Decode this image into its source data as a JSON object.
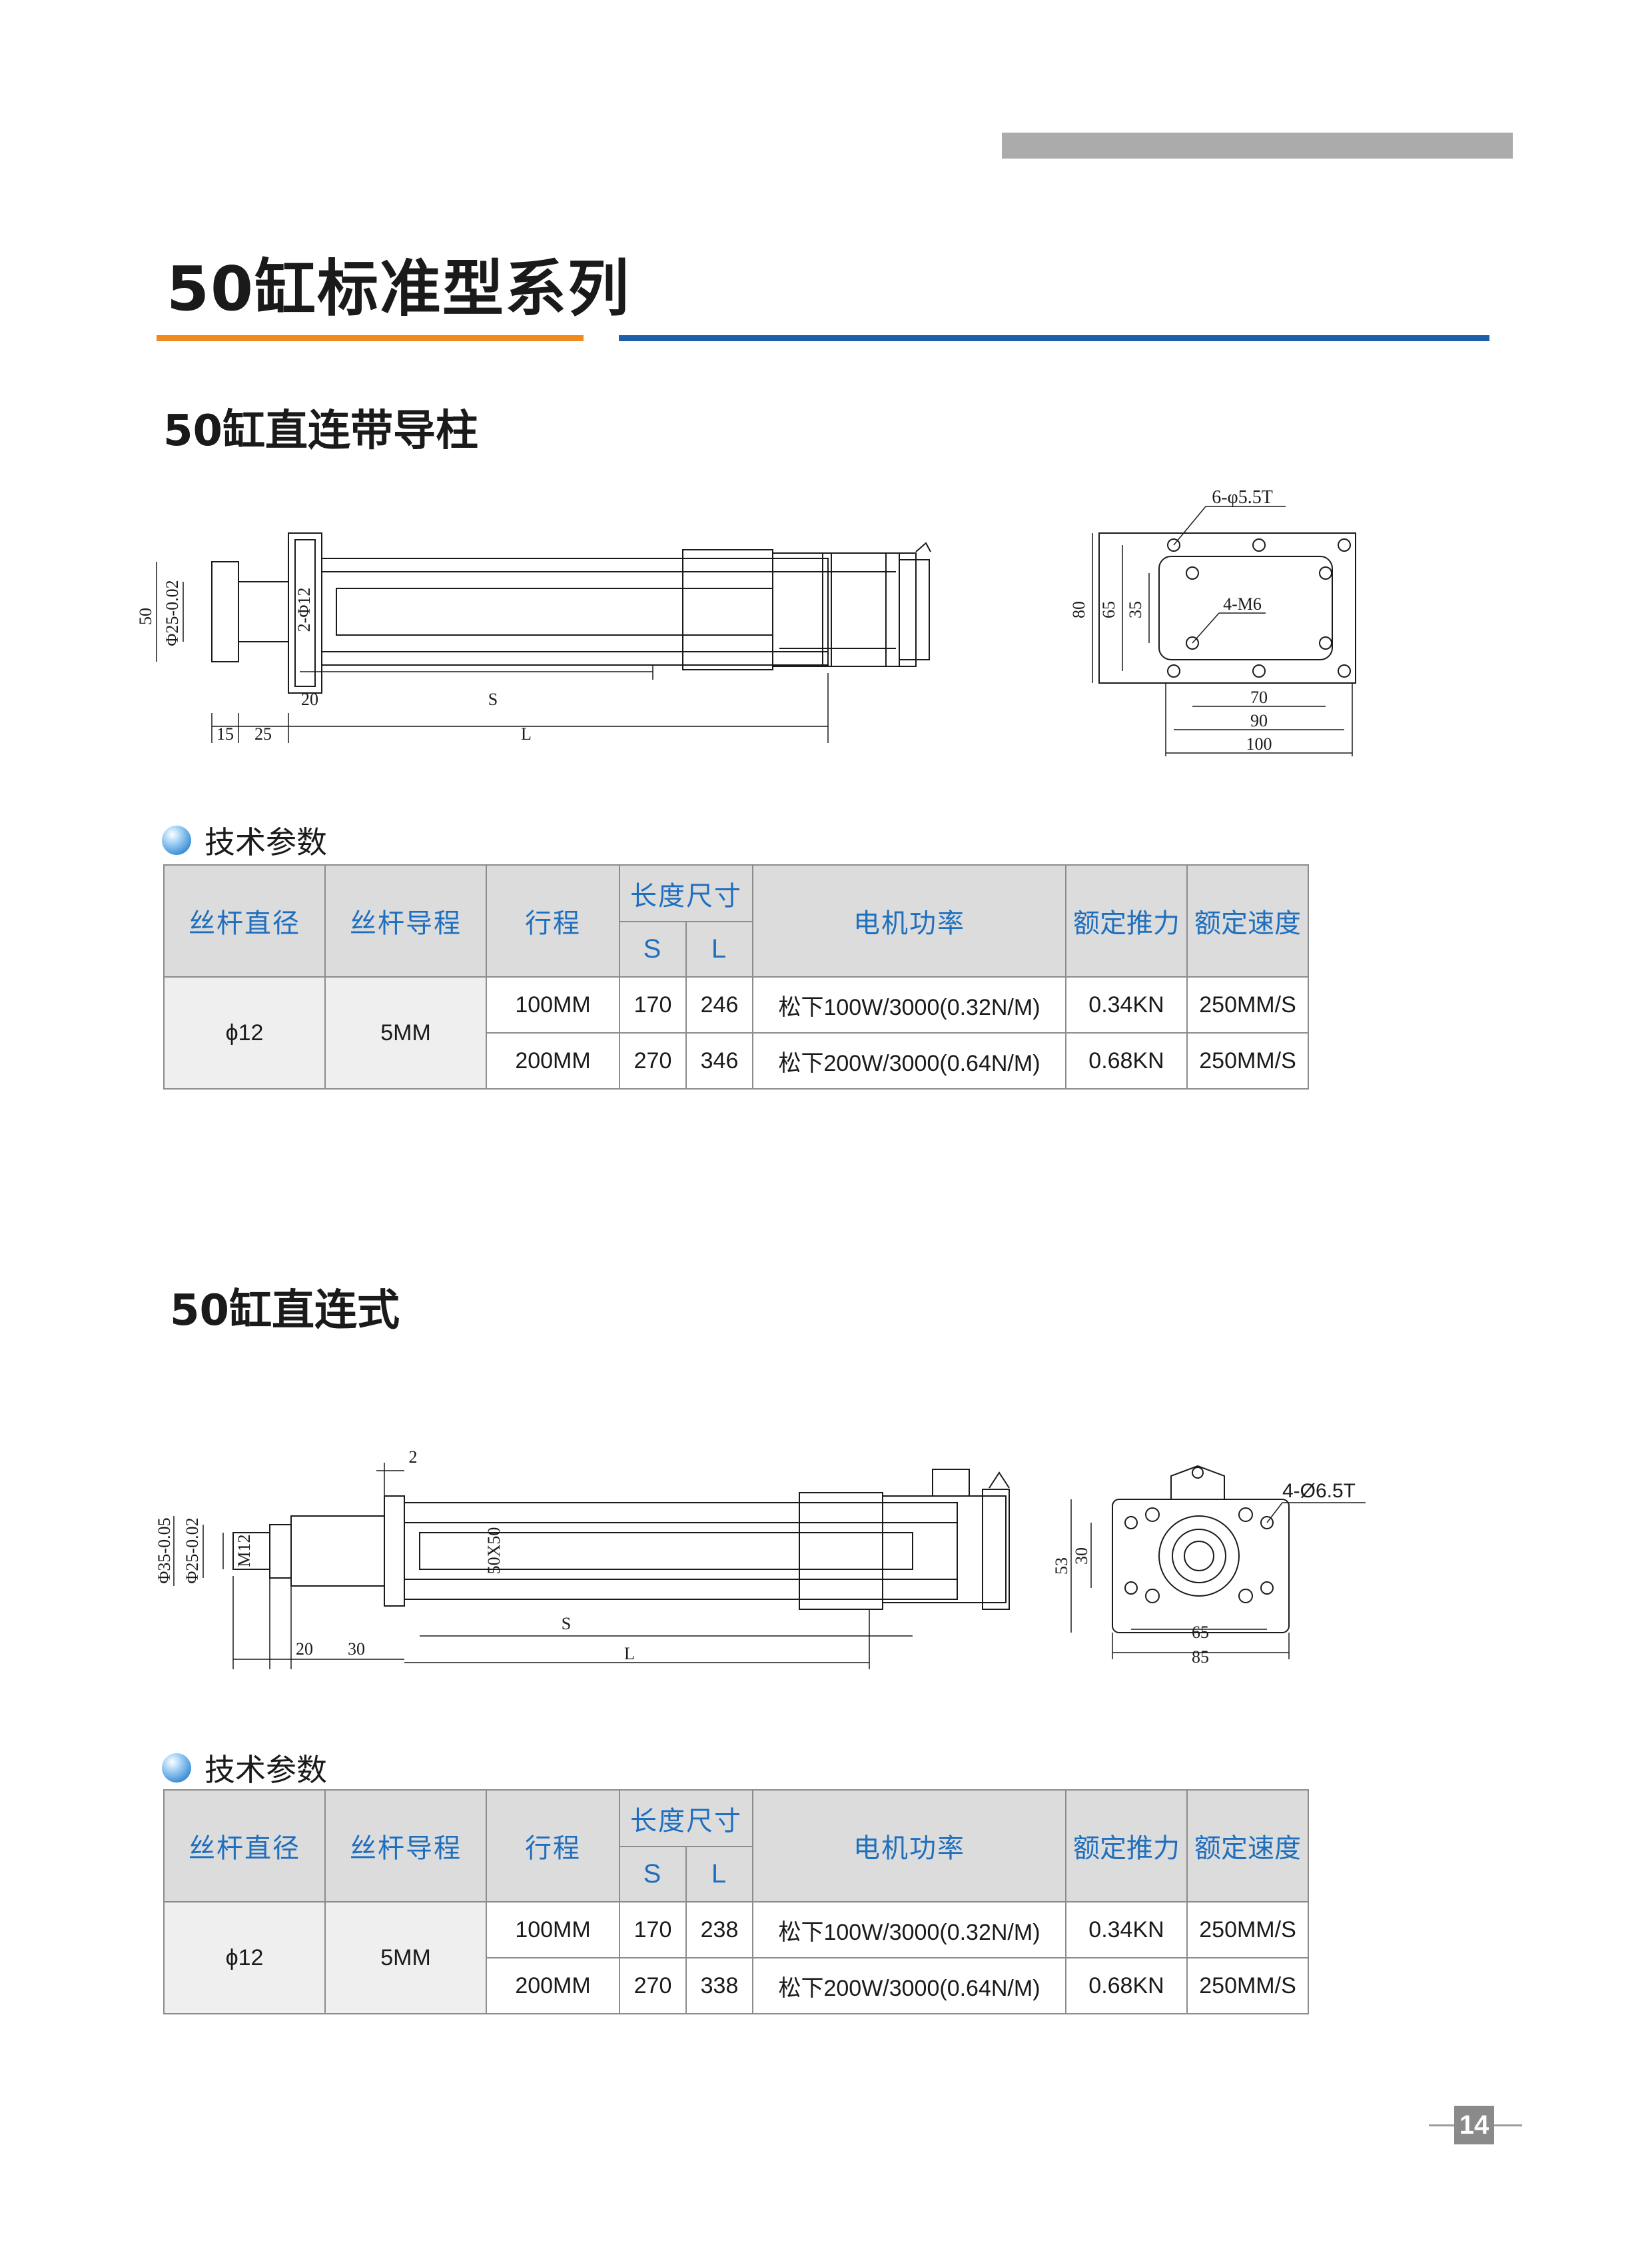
{
  "main_title": "50缸标准型系列",
  "section1": {
    "title": "50缸直连带导柱",
    "front_dims": {
      "d1": "50",
      "d2": "Φ25-0.02",
      "d3": "2-Φ12",
      "d4": "20",
      "d5": "S",
      "d6": "15",
      "d7": "25",
      "d8": "L"
    },
    "end_dims": {
      "holes": "6-φ5.5T",
      "thread": "4-M6",
      "h1": "80",
      "h2": "65",
      "h3": "35",
      "w1": "70",
      "w2": "90",
      "w3": "100"
    },
    "tech_label": "技术参数",
    "table": {
      "headers": {
        "diameter": "丝杆直径",
        "lead": "丝杆导程",
        "stroke": "行程",
        "length": "长度尺寸",
        "s": "S",
        "l": "L",
        "motor": "电机功率",
        "thrust": "额定推力",
        "speed": "额定速度"
      },
      "diameter": "ϕ12",
      "lead": "5MM",
      "rows": [
        {
          "stroke": "100MM",
          "s": "170",
          "l": "246",
          "motor": "松下100W/3000(0.32N/M)",
          "thrust": "0.34KN",
          "speed": "250MM/S"
        },
        {
          "stroke": "200MM",
          "s": "270",
          "l": "346",
          "motor": "松下200W/3000(0.64N/M)",
          "thrust": "0.68KN",
          "speed": "250MM/S"
        }
      ]
    }
  },
  "section2": {
    "title": "50缸直连式",
    "front_dims": {
      "d1": "2",
      "d2": "Φ35-0.05",
      "d3": "Φ25-0.02",
      "d4": "M12",
      "d5": "50X50",
      "d6": "S",
      "d7": "20",
      "d8": "30",
      "d9": "L"
    },
    "end_dims": {
      "holes": "4-Ø6.5T",
      "h1": "53",
      "h2": "30",
      "w1": "65",
      "w2": "85"
    },
    "tech_label": "技术参数",
    "table": {
      "headers": {
        "diameter": "丝杆直径",
        "lead": "丝杆导程",
        "stroke": "行程",
        "length": "长度尺寸",
        "s": "S",
        "l": "L",
        "motor": "电机功率",
        "thrust": "额定推力",
        "speed": "额定速度"
      },
      "diameter": "ϕ12",
      "lead": "5MM",
      "rows": [
        {
          "stroke": "100MM",
          "s": "170",
          "l": "238",
          "motor": "松下100W/3000(0.32N/M)",
          "thrust": "0.34KN",
          "speed": "250MM/S"
        },
        {
          "stroke": "200MM",
          "s": "270",
          "l": "338",
          "motor": "松下200W/3000(0.64N/M)",
          "thrust": "0.68KN",
          "speed": "250MM/S"
        }
      ]
    }
  },
  "page_number": "14",
  "colors": {
    "orange": "#f08a1c",
    "blue": "#1f5fa8",
    "header_text": "#1f6fbf",
    "gray_bar": "#ababab"
  }
}
